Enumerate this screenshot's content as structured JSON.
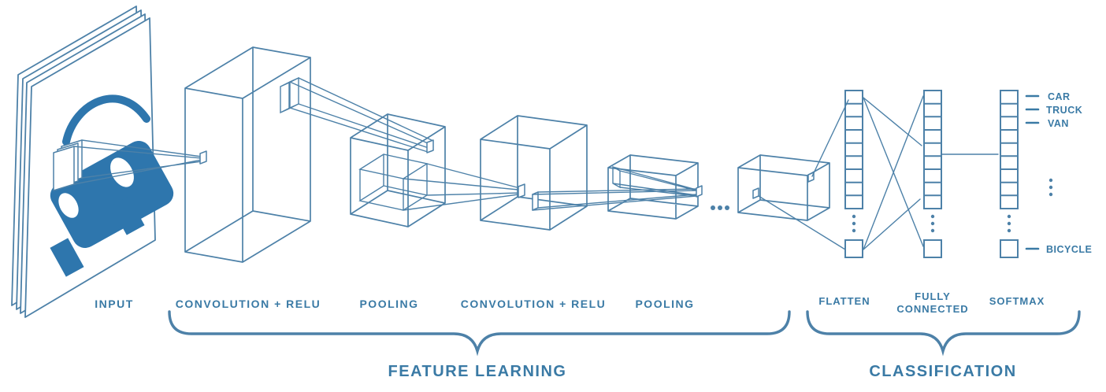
{
  "colors": {
    "wireframe": "#4d81a8",
    "text": "#3a7aa5",
    "car_fill": "#2e76ad"
  },
  "stages": {
    "input": "INPUT",
    "conv1": "CONVOLUTION + RELU",
    "pool1": "POOLING",
    "conv2": "CONVOLUTION + RELU",
    "pool2": "POOLING",
    "flatten": "FLATTEN",
    "fully_connected_line1": "FULLY",
    "fully_connected_line2": "CONNECTED",
    "softmax": "SOFTMAX"
  },
  "sections": {
    "feature_learning": "FEATURE LEARNING",
    "classification": "CLASSIFICATION"
  },
  "output_classes": {
    "top": [
      "CAR",
      "TRUCK",
      "VAN"
    ],
    "bottom": "BICYCLE"
  }
}
